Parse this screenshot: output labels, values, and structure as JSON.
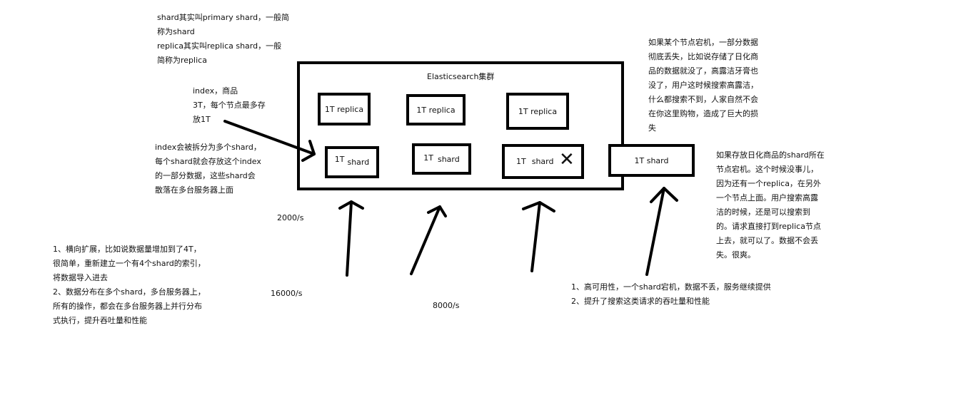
{
  "cluster_title": "Elasticsearch集群",
  "replicas": [
    {
      "label": "1T replica"
    },
    {
      "label": "1T replica"
    },
    {
      "label": "1T replica"
    }
  ],
  "shards": [
    {
      "size": "1T",
      "label": "shard"
    },
    {
      "size": "1T",
      "label": "shard"
    },
    {
      "size": "1T",
      "label": "shard",
      "failed": true
    },
    {
      "size": "",
      "label": "1T shard"
    }
  ],
  "failed_mark": "✕",
  "notes": {
    "shard_def": [
      "shard其实叫primary shard，一般简",
      "称为shard",
      "replica其实叫replica shard，一般",
      "简称为replica"
    ],
    "index_def": [
      "index，商品",
      "3T，每个节点最多存",
      "放1T"
    ],
    "index_split": [
      "index会被拆分为多个shard，",
      "每个shard就会存放这个index",
      "的一部分数据，这些shard会",
      "散落在多台服务器上面"
    ],
    "node_down_loss": [
      "如果某个节点宕机，一部分数据",
      "彻底丢失，比如说存储了日化商",
      "品的数据就没了，高露洁牙膏也",
      "没了，用户这时候搜索高露洁，",
      "什么都搜索不到，人家自然不会",
      "在你这里购物，造成了巨大的损",
      "失"
    ],
    "replica_save": [
      "如果存放日化商品的shard所在",
      "节点宕机。这个时候没事儿，",
      "因为还有一个replica，在另外",
      "一个节点上面。用户搜索高露",
      "洁的时候，还是可以搜索到",
      "的。请求直接打到replica节点",
      "上去，就可以了。数据不会丢",
      "失。很爽。"
    ],
    "scale_out": [
      "1、横向扩展，比如说数据量增加到了4T，",
      "很简单，重新建立一个有4个shard的索引，",
      "将数据导入进去",
      "2、数据分布在多个shard，多台服务器上，",
      "所有的操作，都会在多台服务器上并行分布",
      "式执行，提升吞吐量和性能"
    ],
    "high_availability": [
      "1、高可用性，一个shard宕机，数据不丢，服务继续提供",
      "2、提升了搜索这类请求的吞吐量和性能"
    ]
  },
  "rates": {
    "r1": "2000/s",
    "r2": "16000/s",
    "r3": "8000/s"
  }
}
